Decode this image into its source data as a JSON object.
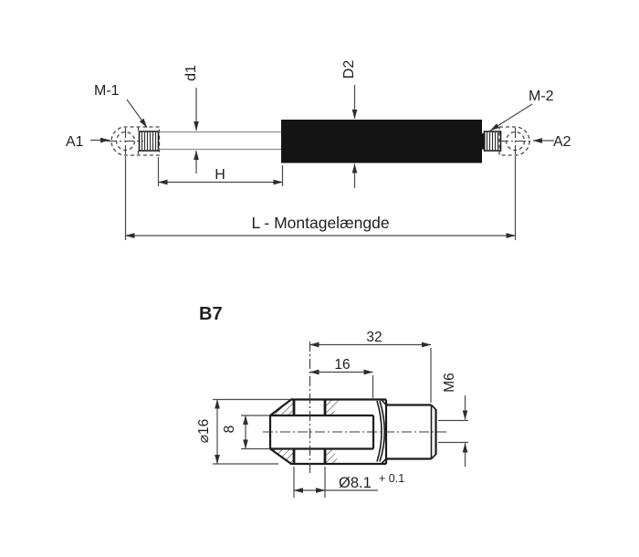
{
  "drawing": {
    "background": "#ffffff",
    "line_color": "#4a4a4a",
    "bold_outline_color": "#1b1b1b",
    "cylinder_fill": "#141414"
  },
  "assembly": {
    "label_a1": "A1",
    "label_m1": "M-1",
    "label_d1": "d1",
    "label_d2": "D2",
    "label_m2": "M-2",
    "label_a2": "A2",
    "label_stroke": "H",
    "label_length": "L - Montagelængde"
  },
  "detail": {
    "title": "B7",
    "dim_overall_length": "32",
    "dim_slot_depth": "16",
    "dim_thread": "M6",
    "dim_outer_diameter": "⌀16",
    "dim_slot_width": "8",
    "dim_hole_diameter": "Ø8.1",
    "dim_hole_tolerance": "+ 0.1"
  }
}
